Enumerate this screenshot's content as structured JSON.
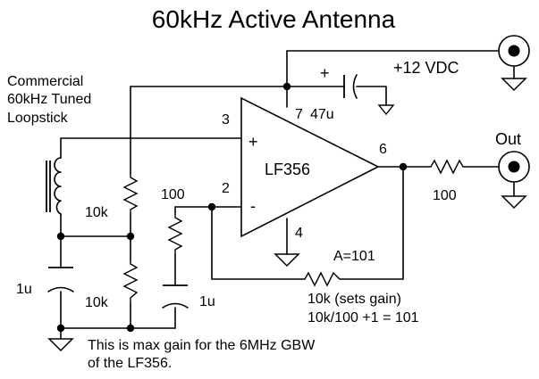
{
  "title": "60kHz Active Antenna",
  "loopstick": {
    "line1": "Commercial",
    "line2": "60kHz Tuned",
    "line3": "Loopstick"
  },
  "power": {
    "label": "+12 VDC",
    "plus": "+",
    "cap": "47u"
  },
  "opamp": {
    "part": "LF356",
    "plus": "+",
    "minus": "-",
    "pin2": "2",
    "pin3": "3",
    "pin4": "4",
    "pin6": "6",
    "pin7": "7",
    "gain": "A=101"
  },
  "output": {
    "label": "Out",
    "resistor": "100"
  },
  "divider": {
    "top": "10k",
    "bottom": "10k",
    "cap": "1u"
  },
  "gain_network": {
    "resistor": "100",
    "cap": "1u",
    "feedback": "10k  (sets gain)",
    "formula": "10k/100 +1 = 101"
  },
  "note": {
    "line1": "This is max gain for the 6MHz GBW",
    "line2": "of the LF356."
  }
}
